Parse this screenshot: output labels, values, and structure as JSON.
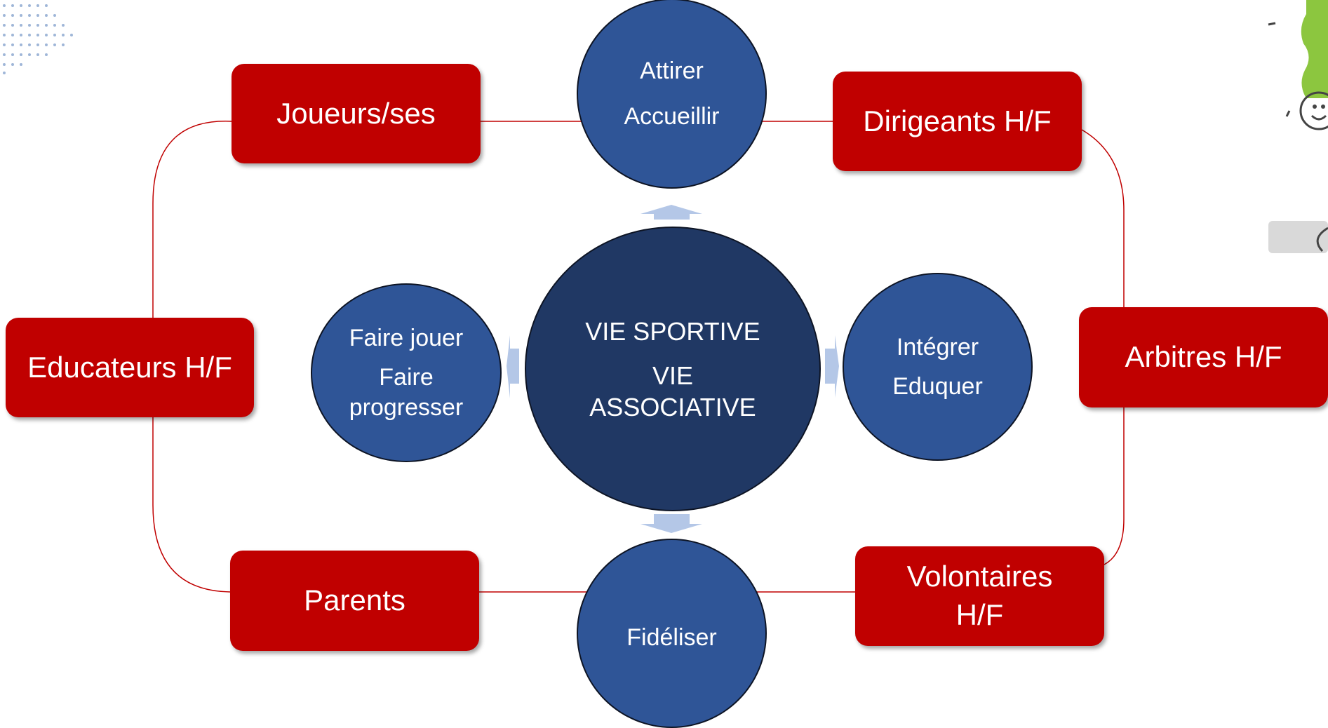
{
  "roles": {
    "joueurs": "Joueurs/ses",
    "dirigeants": "Dirigeants H/F",
    "educateurs": "Educateurs H/F",
    "arbitres": "Arbitres H/F",
    "parents": "Parents",
    "volontaires": "Volontaires H/F"
  },
  "center": {
    "line1": "VIE SPORTIVE",
    "line2": "VIE ASSOCIATIVE"
  },
  "actions": {
    "top": [
      "Attirer",
      "Accueillir"
    ],
    "left": [
      "Faire jouer",
      "Faire progresser"
    ],
    "right": [
      "Intégrer",
      "Eduquer"
    ],
    "bottom": [
      "Fidéliser"
    ]
  },
  "colors": {
    "role_box": "#c00000",
    "action_circle": "#2f5597",
    "center_circle": "#203864",
    "arrow": "#b4c7e7",
    "connector": "#c00000"
  }
}
